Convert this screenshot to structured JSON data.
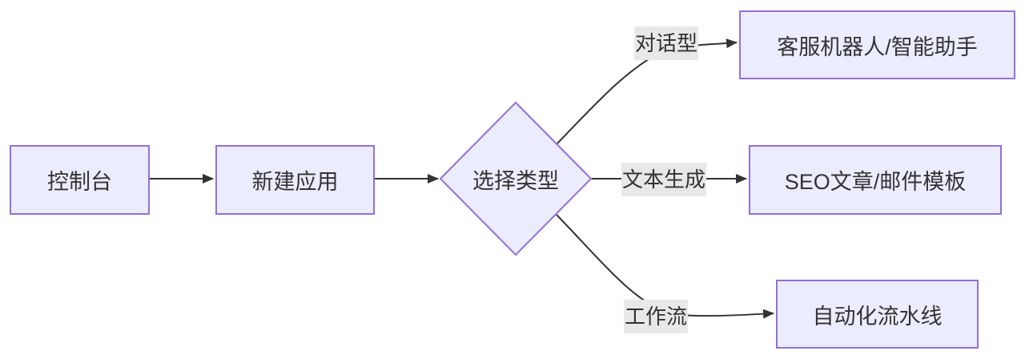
{
  "diagram_type": "flowchart",
  "nodes": [
    {
      "id": "console",
      "label": "控制台",
      "shape": "rect"
    },
    {
      "id": "create_app",
      "label": "新建应用",
      "shape": "rect"
    },
    {
      "id": "select_type",
      "label": "选择类型",
      "shape": "diamond"
    },
    {
      "id": "chatbot",
      "label": "客服机器人/智能助手",
      "shape": "rect"
    },
    {
      "id": "seo_email",
      "label": "SEO文章/邮件模板",
      "shape": "rect"
    },
    {
      "id": "pipeline",
      "label": "自动化流水线",
      "shape": "rect"
    }
  ],
  "edges": [
    {
      "from": "console",
      "to": "create_app",
      "label": ""
    },
    {
      "from": "create_app",
      "to": "select_type",
      "label": ""
    },
    {
      "from": "select_type",
      "to": "chatbot",
      "label": "对话型"
    },
    {
      "from": "select_type",
      "to": "seo_email",
      "label": "文本生成"
    },
    {
      "from": "select_type",
      "to": "pipeline",
      "label": "工作流"
    }
  ],
  "colors": {
    "background": "#FFFFFF",
    "node_fill": "#ECECFF",
    "node_border": "#9370DB",
    "edge_line": "#333333",
    "edge_label_bg": "#E8E8E8",
    "text": "#333333"
  }
}
